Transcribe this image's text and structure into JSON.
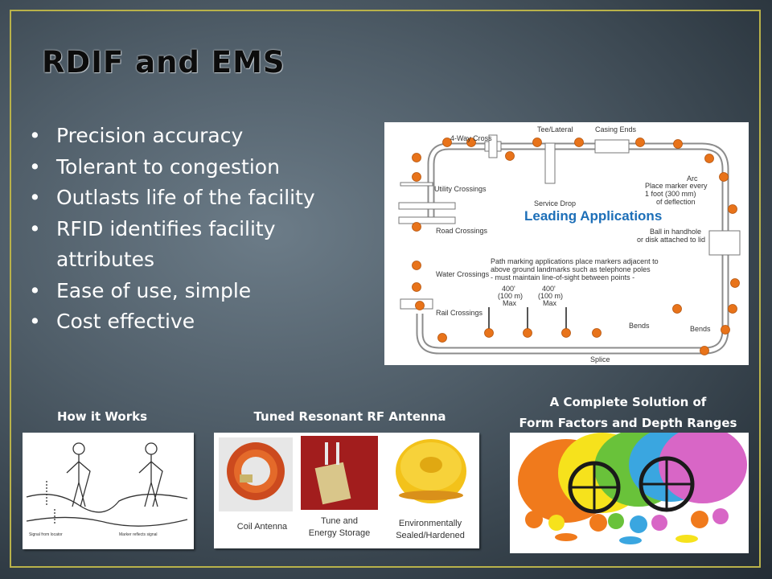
{
  "slide": {
    "title": "RDIF and EMS",
    "bullets": [
      "Precision accuracy",
      "Tolerant to congestion",
      "Outlasts life of the facility",
      "RFID identifies facility attributes",
      "Ease of use, simple",
      "Cost effective"
    ],
    "bullet_glyph": "•"
  },
  "diagram": {
    "overlay_label": "Leading Applications",
    "labels": {
      "four_way": "4-Way Cross",
      "tee": "Tee/Lateral",
      "casing": "Casing Ends",
      "utility": "Utility Crossings",
      "service": "Service Drop",
      "arc": "Arc",
      "place1": "Place marker every",
      "place2": "1 foot (300 mm)",
      "place3": "of deflection",
      "road": "Road Crossings",
      "ball1": "Ball in handhole",
      "ball2": "or disk attached to lid",
      "water": "Water Crossings",
      "path1": "Path marking applications place markers adjacent to",
      "path2": "above ground landmarks such as telephone poles",
      "path3": "- must maintain line-of-sight between points -",
      "dist1": "400'",
      "dist2": "(100 m)",
      "dist3": "Max",
      "rail": "Rail Crossings",
      "bends1": "Bends",
      "bends2": "Bends",
      "splice": "Splice"
    },
    "overlay_color": "#1d6fb8",
    "marker_color": "#e8731a"
  },
  "captions": {
    "how": "How it Works",
    "antenna": "Tuned Resonant RF Antenna",
    "complete1": "A Complete Solution of",
    "complete2": "Form Factors and Depth Ranges"
  },
  "antenna": {
    "coil": "Coil Antenna",
    "tune1": "Tune  and",
    "tune2": "Energy Storage",
    "env1": "Environmentally",
    "env2": "Sealed/Hardened"
  }
}
